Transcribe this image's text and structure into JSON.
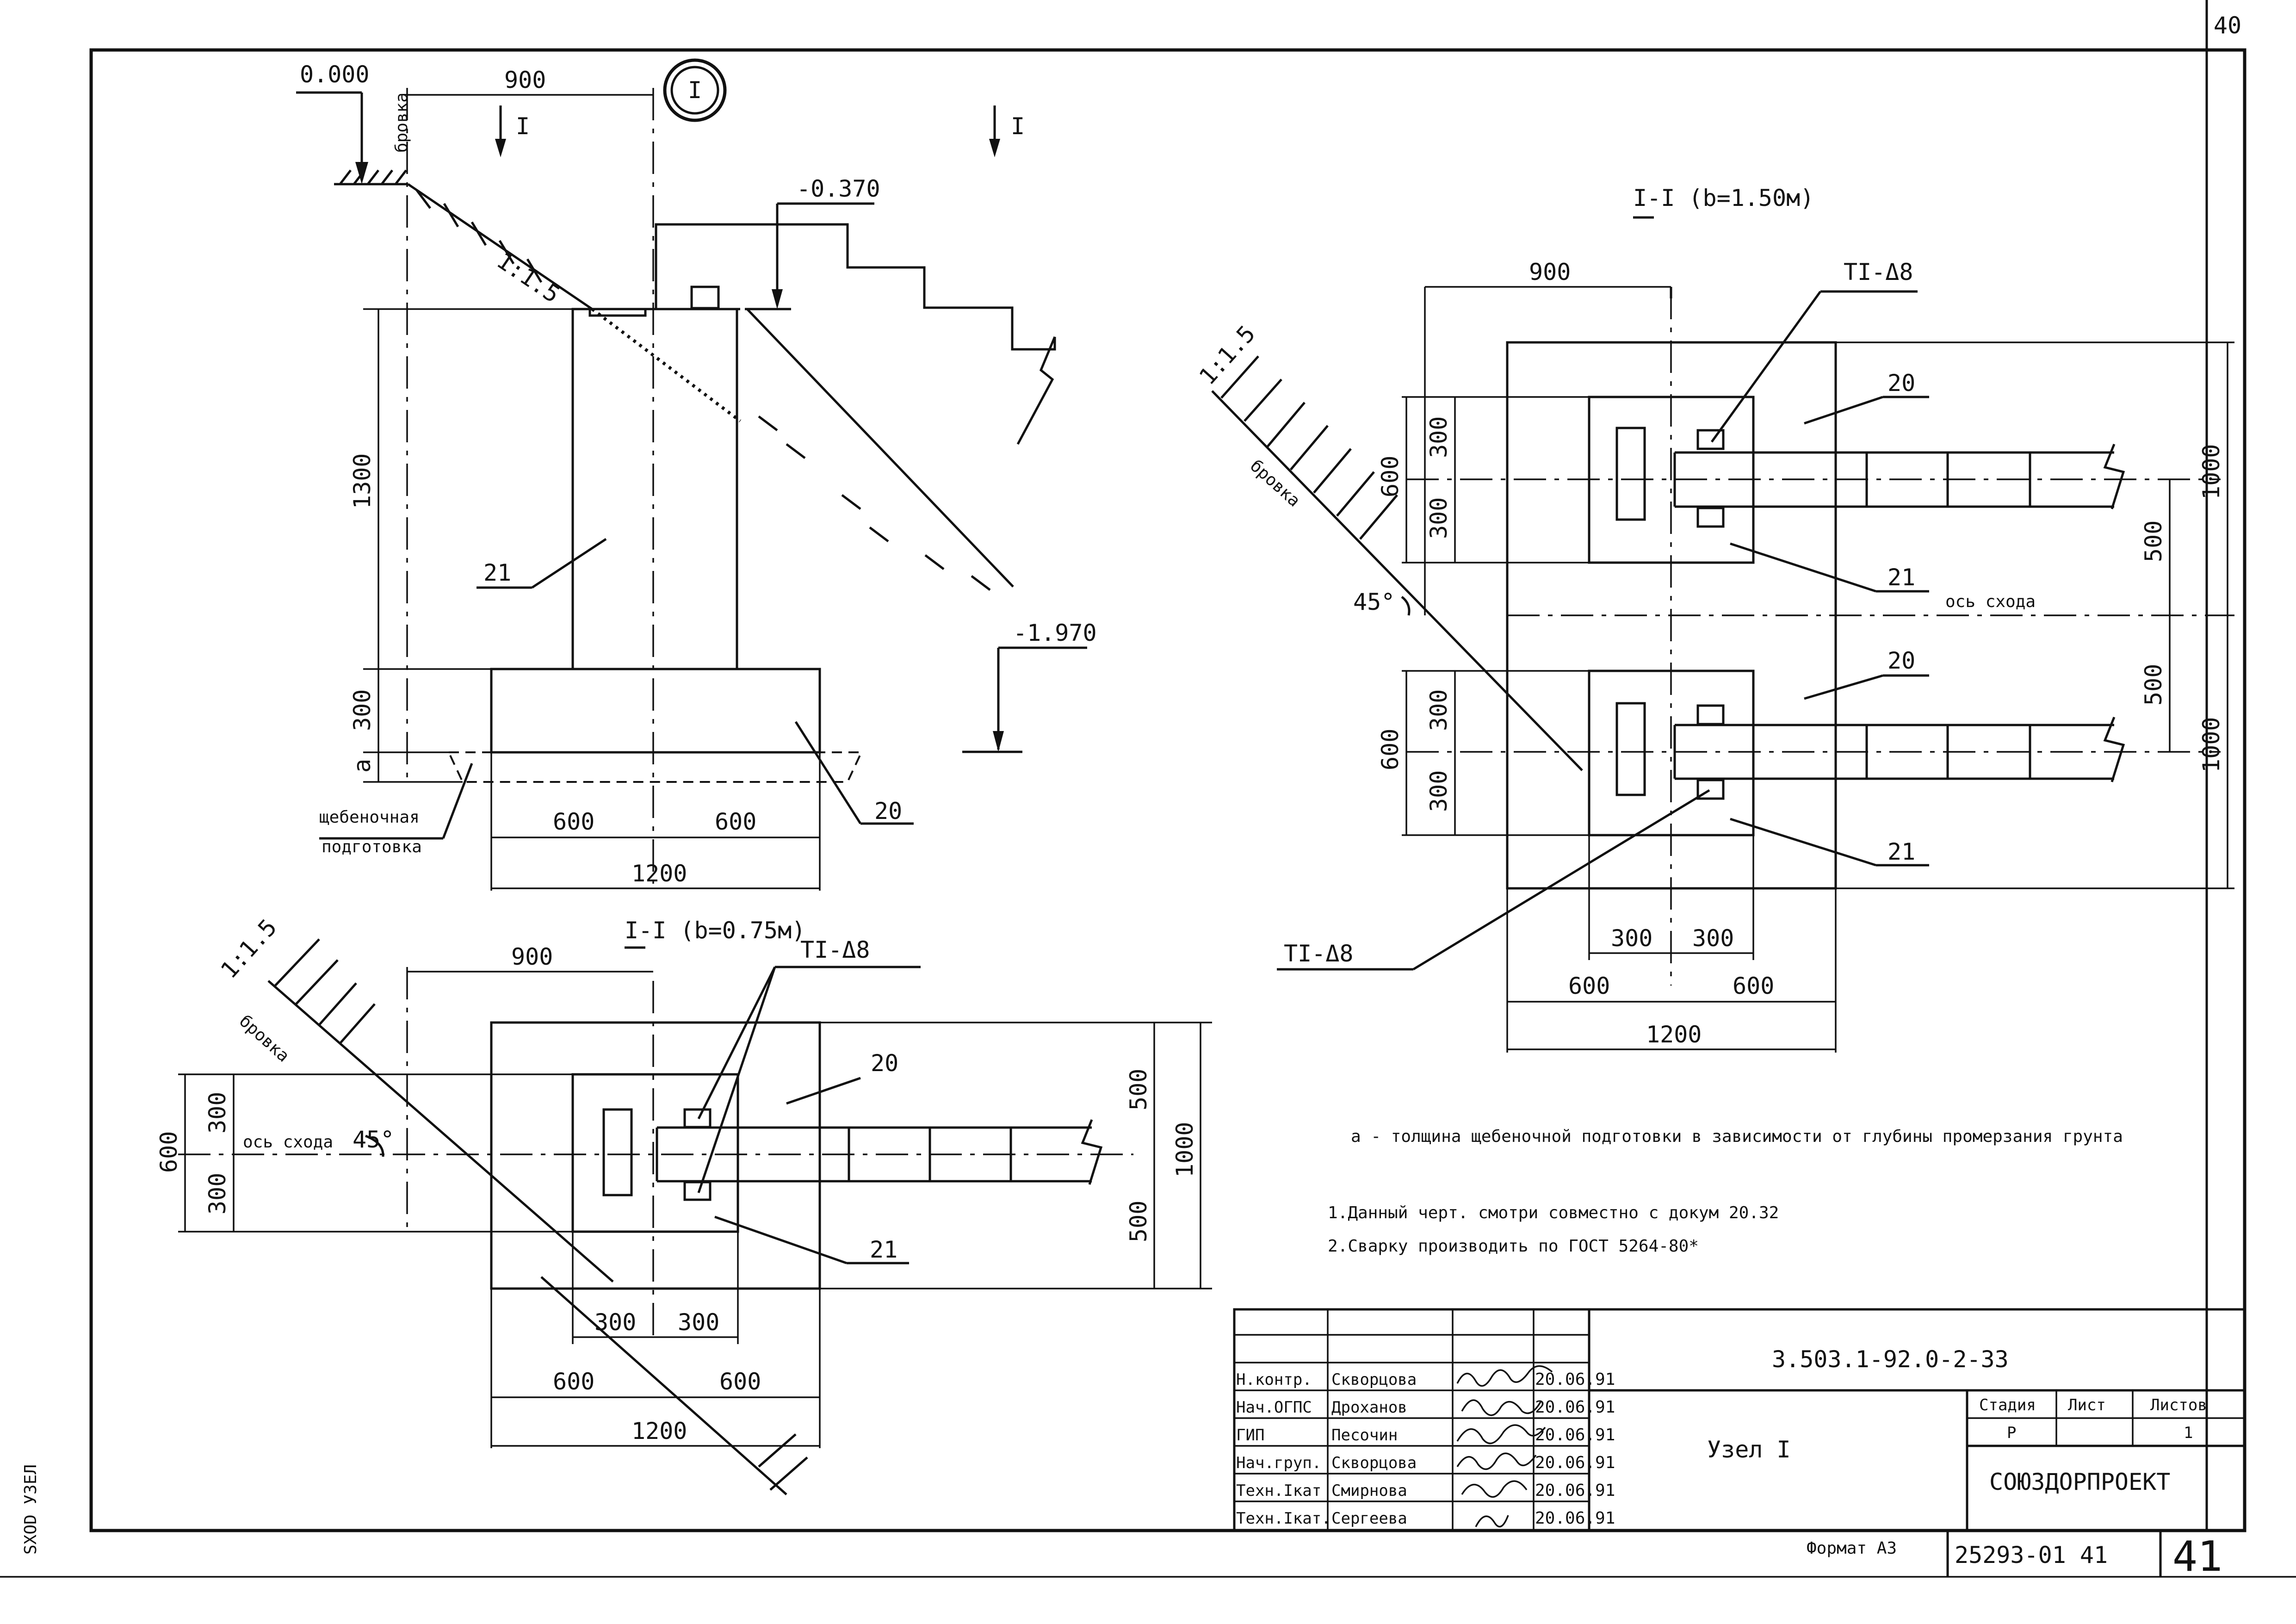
{
  "sheet": {
    "page_top_number": "40",
    "designation": "3.503.1-92.0-2-33",
    "node_title": "Узел I",
    "organization": "СОЮЗДОРПРОЕКТ",
    "format": "Формат А3",
    "archive_number": "25293-01 41",
    "sheet_number_big": "41",
    "side_label": "SXOD УЗЕЛ",
    "stage_headers": [
      "Стадия",
      "Лист",
      "Листов"
    ],
    "stage_values": [
      "Р",
      "",
      "1"
    ],
    "signatures": [
      {
        "role": "Н.контр.",
        "name": "Скворцова",
        "date": "20.06.91"
      },
      {
        "role": "Нач.ОГПС",
        "name": "Дроханов",
        "date": "20.06.91"
      },
      {
        "role": "ГИП",
        "name": "Песочин",
        "date": "20.06.91"
      },
      {
        "role": "Нач.груп.",
        "name": "Скворцова",
        "date": "20.06.91"
      },
      {
        "role": "Техн.Iкат",
        "name": "Смирнова",
        "date": "20.06.91"
      },
      {
        "role": "Техн.Iкат.",
        "name": "Сергеева",
        "date": "20.06.91"
      }
    ]
  },
  "elevation_view": {
    "callout": "I",
    "level_top": "0.000",
    "level_step": "-0.370",
    "level_bottom": "-1.970",
    "brovka": "бровка",
    "slope": "1:1.5",
    "section_mark": "I",
    "dims": {
      "width_900": "900",
      "height_1300": "1300",
      "height_300": "300",
      "a": "а",
      "left_600": "600",
      "right_600": "600",
      "total_1200": "1200"
    },
    "labels": {
      "item_21": "21",
      "item_20": "20"
    },
    "gravel_note_line1": "щебеночная",
    "gravel_note_line2": "подготовка"
  },
  "plan_small": {
    "title": "I-I (b=0.75м)",
    "weld": "TI-Δ8",
    "slope": "1:1.5",
    "brovka": "бровка",
    "axis_label": "ось схода",
    "angle": "45°",
    "item_20": "20",
    "item_21": "21",
    "dims": {
      "d900": "900",
      "d600_left": "600",
      "d300_a": "300",
      "d300_b": "300",
      "d500_a": "500",
      "d500_b": "500",
      "d1000": "1000",
      "b300_a": "300",
      "b300_b": "300",
      "b600_a": "600",
      "b600_b": "600",
      "b1200": "1200"
    }
  },
  "plan_large": {
    "title": "I-I (b=1.50м)",
    "weld_top": "TI-Δ8",
    "weld_bottom": "TI-Δ8",
    "slope": "1:1.5",
    "brovka": "бровка",
    "axis_label": "ось схода",
    "angle": "45°",
    "item_20_a": "20",
    "item_21_a": "21",
    "item_20_b": "20",
    "item_21_b": "21",
    "dims": {
      "d900": "900",
      "u300_a": "300",
      "u300_b": "300",
      "u600": "600",
      "l300_a": "300",
      "l300_b": "300",
      "l600": "600",
      "r1000_a": "1000",
      "r500_a": "500",
      "r500_b": "500",
      "r1000_b": "1000",
      "b300_a": "300",
      "b300_b": "300",
      "b600_a": "600",
      "b600_b": "600",
      "b1200": "1200"
    }
  },
  "notes": {
    "a_note": "а - толщина щебеночной подготовки в зависимости от глубины промерзания грунта",
    "note1": "1.Данный черт. смотри совместно с докум 20.32",
    "note2": "2.Сварку производить по ГОСТ 5264-80*"
  }
}
